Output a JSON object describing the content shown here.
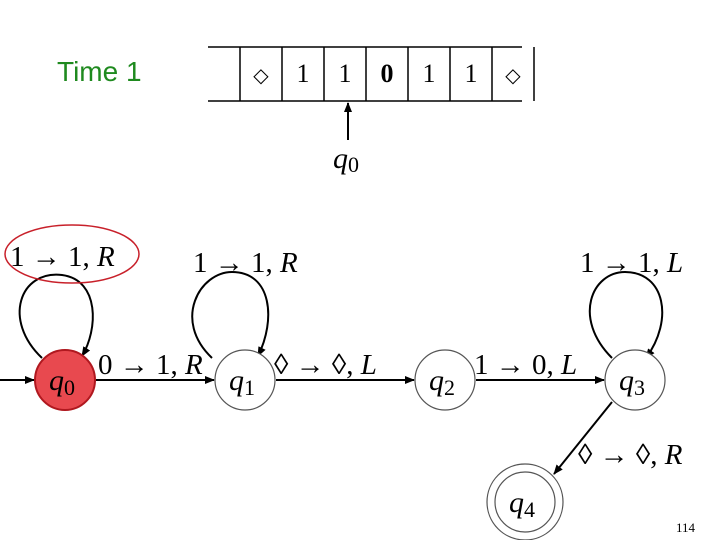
{
  "slide": {
    "time_label": "Time 1",
    "page_number": "114",
    "time_label_color": "#1f8a1f"
  },
  "tape": {
    "cells": [
      "◇",
      "1",
      "1",
      "0",
      "1",
      "1",
      "◇"
    ],
    "head_state": "q",
    "head_state_sub": "0"
  },
  "states": [
    {
      "id": "q0",
      "name": "q",
      "sub": "0",
      "active": true,
      "accepting": false
    },
    {
      "id": "q1",
      "name": "q",
      "sub": "1",
      "active": false,
      "accepting": false
    },
    {
      "id": "q2",
      "name": "q",
      "sub": "2",
      "active": false,
      "accepting": false
    },
    {
      "id": "q3",
      "name": "q",
      "sub": "3",
      "active": false,
      "accepting": false
    },
    {
      "id": "q4",
      "name": "q",
      "sub": "4",
      "active": false,
      "accepting": true
    }
  ],
  "transitions": [
    {
      "from": "q0",
      "to": "q0",
      "read": "1",
      "write": "1",
      "move": "R",
      "highlighted": true
    },
    {
      "from": "q1",
      "to": "q1",
      "read": "1",
      "write": "1",
      "move": "R",
      "highlighted": false
    },
    {
      "from": "q3",
      "to": "q3",
      "read": "1",
      "write": "1",
      "move": "L",
      "highlighted": false
    },
    {
      "from": "q0",
      "to": "q1",
      "read": "0",
      "write": "1",
      "move": "R",
      "highlighted": false
    },
    {
      "from": "q1",
      "to": "q2",
      "read": "◊",
      "write": "◊",
      "move": "L",
      "highlighted": false
    },
    {
      "from": "q2",
      "to": "q3",
      "read": "1",
      "write": "0",
      "move": "L",
      "highlighted": false
    },
    {
      "from": "q3",
      "to": "q4",
      "read": "◊",
      "write": "◊",
      "move": "R",
      "highlighted": false
    }
  ],
  "colors": {
    "active_fill": "#e8494f",
    "active_stroke": "#b0181f",
    "highlight_ring": "#c8202a",
    "line": "#000000"
  }
}
